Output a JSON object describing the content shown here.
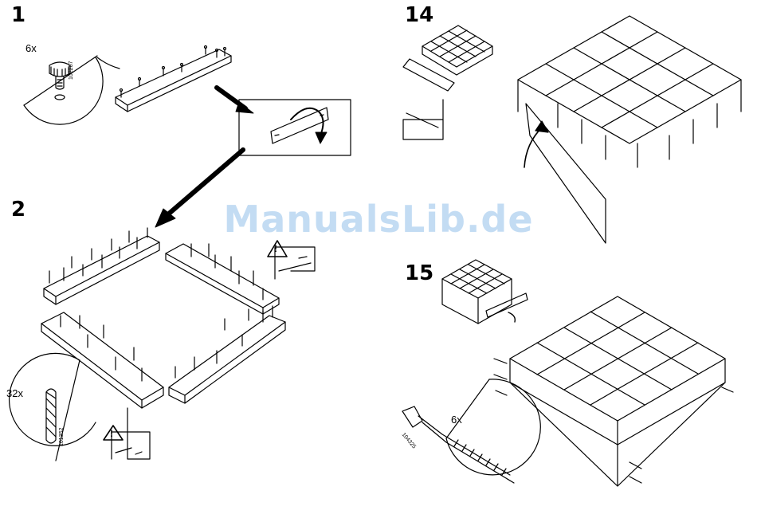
{
  "steps": {
    "s1": {
      "number": "1",
      "qty": "6x",
      "code": "102267"
    },
    "s2": {
      "number": "2",
      "qty": "32x",
      "code": "101352"
    },
    "s14": {
      "number": "14"
    },
    "s15": {
      "number": "15",
      "qty": "6x",
      "code": "104325"
    }
  },
  "warning_symbol": "!",
  "watermark": "ManualsLib.de"
}
